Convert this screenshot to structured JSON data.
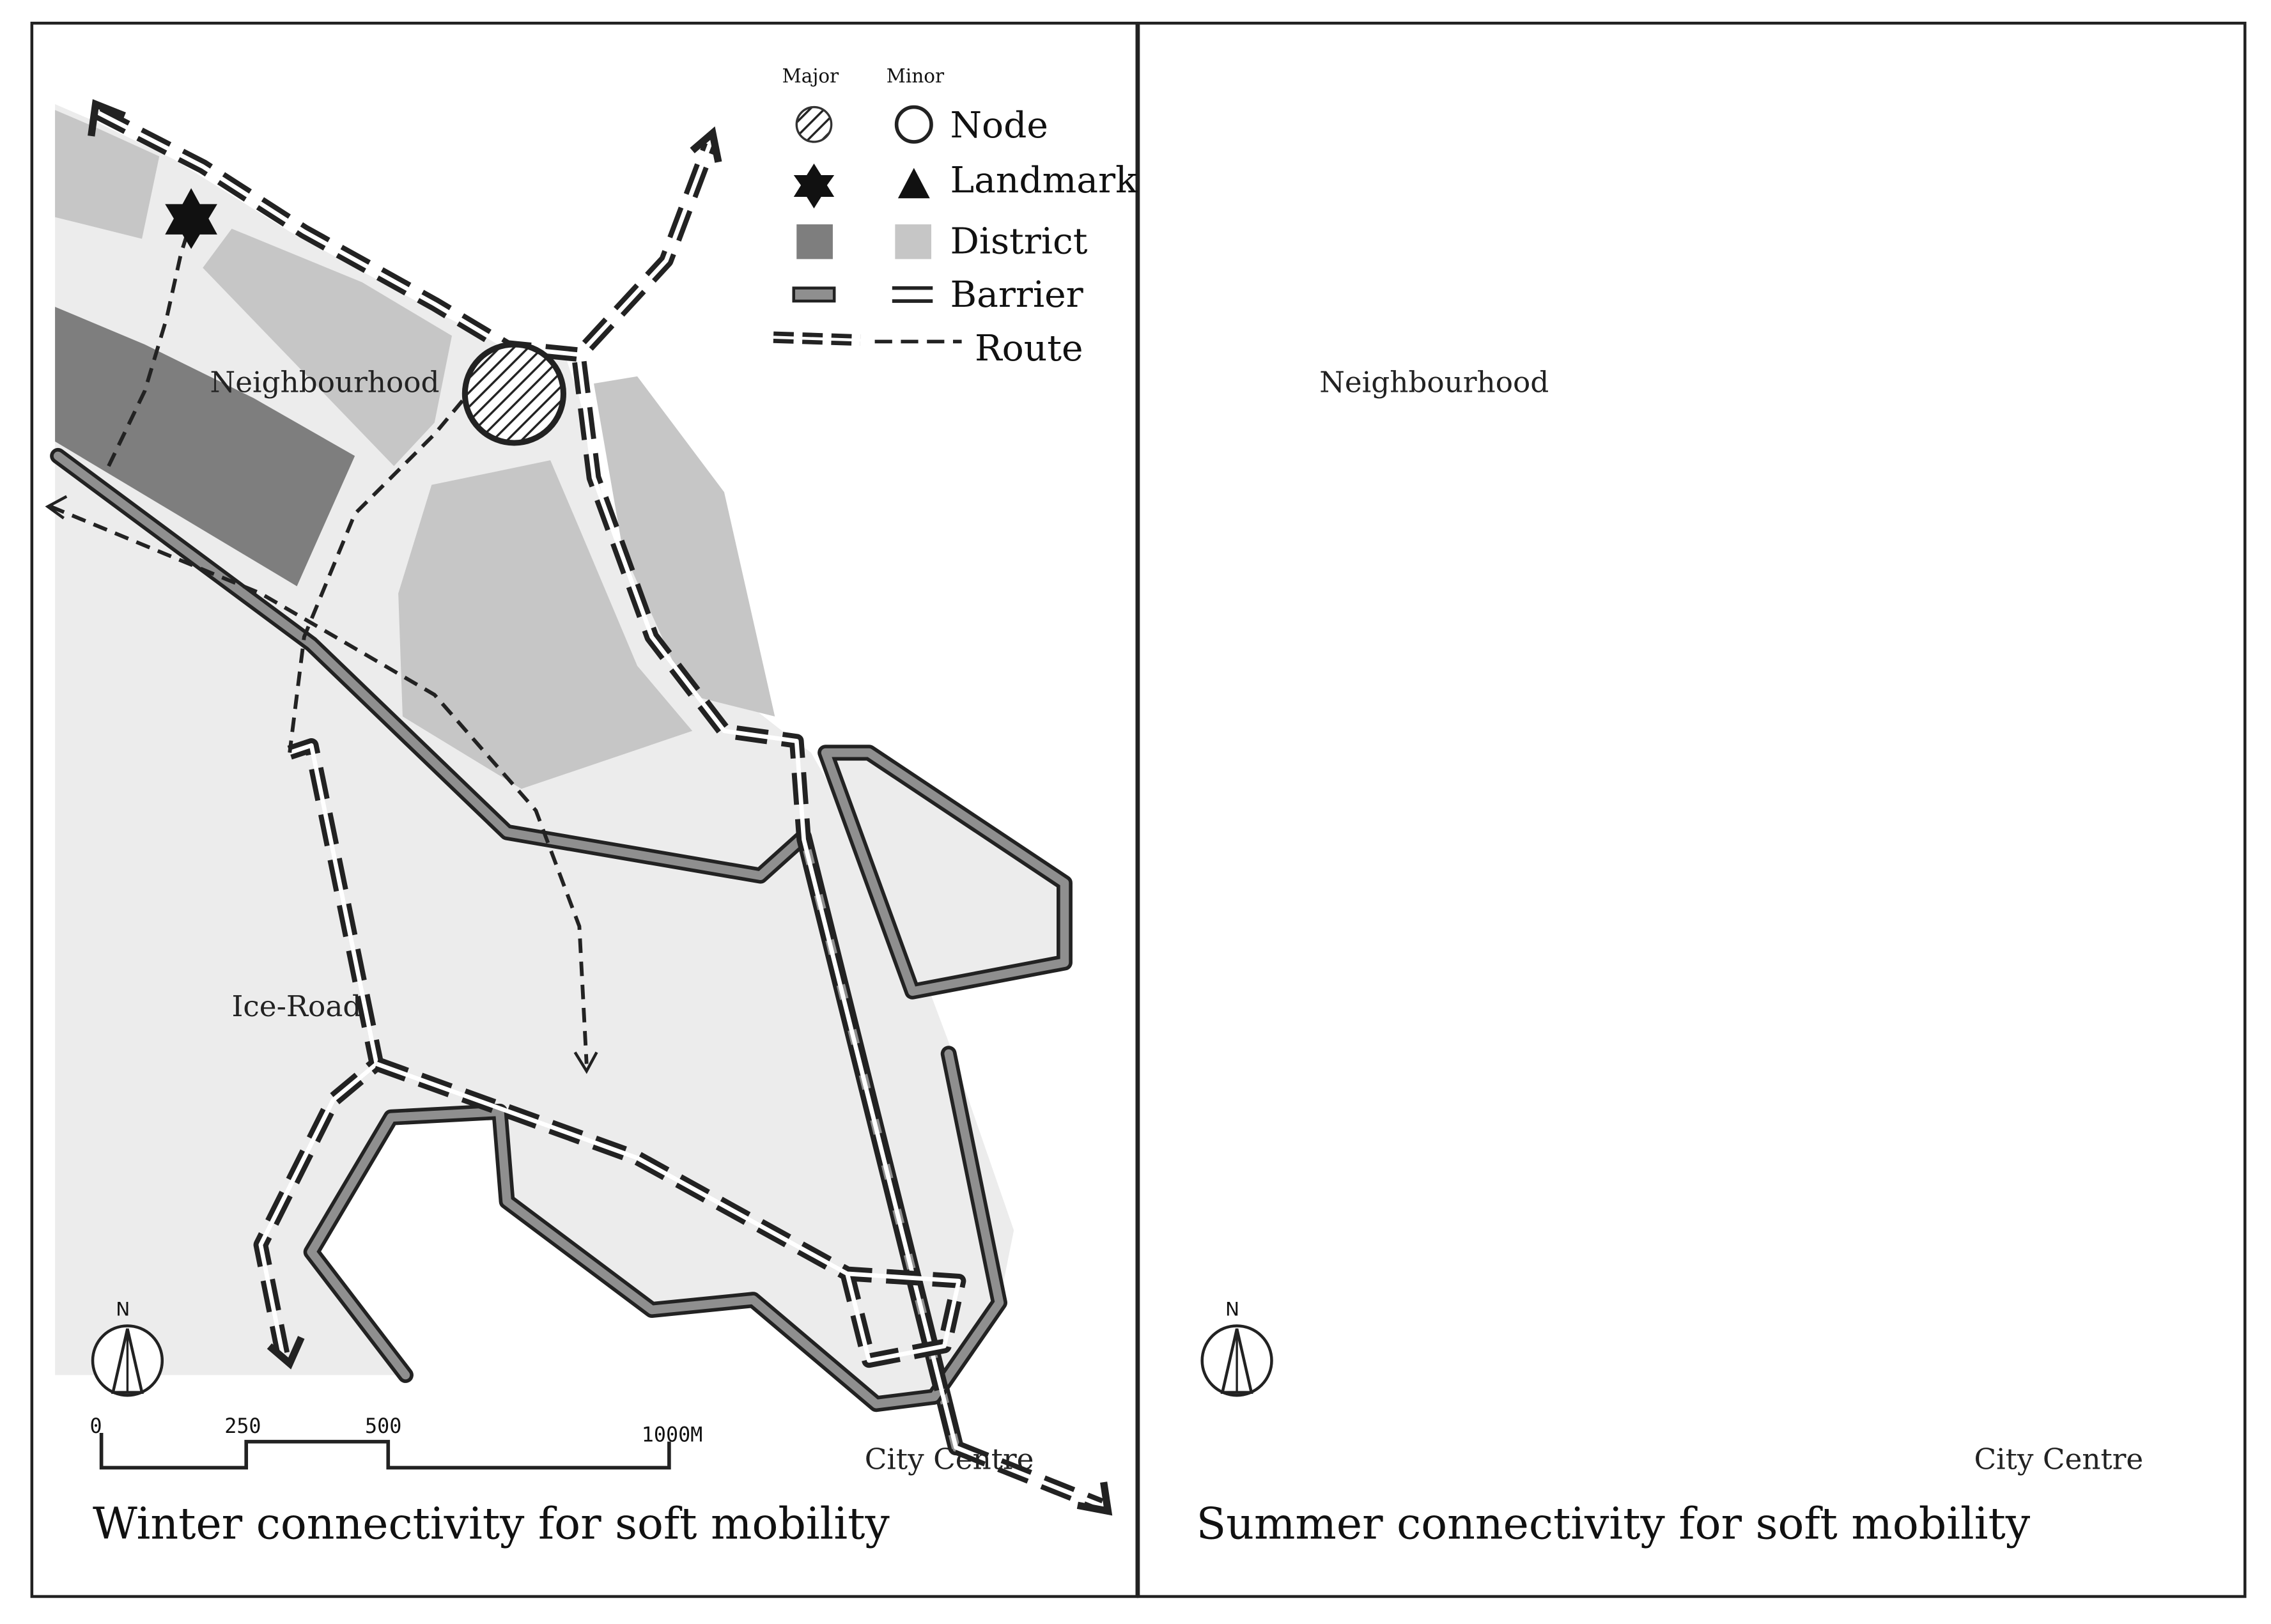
{
  "panels": {
    "winter": {
      "title": "Winter connectivity for soft mobility"
    },
    "summer": {
      "title": "Summer connectivity for soft mobility"
    }
  },
  "labels": {
    "neighbourhood": "Neighbourhood",
    "ice_road": "Ice-Road",
    "city_centre": "City Centre"
  },
  "legend": {
    "major": "Major",
    "minor": "Minor",
    "node": "Node",
    "landmark": "Landmark",
    "district": "District",
    "barrier": "Barrier",
    "route": "Route"
  },
  "scale": {
    "ticks": [
      "0",
      "250",
      "500",
      "1000M"
    ]
  },
  "north": "N",
  "colors": {
    "winter_surface": "#ededed",
    "summer_water": "#a9dcee",
    "summer_green": "#bcdc7e",
    "district_major": "#7e7e7e",
    "district_minor": "#c4c4c4",
    "barrier_fill": "#8f8f8f",
    "route": "#222222"
  }
}
